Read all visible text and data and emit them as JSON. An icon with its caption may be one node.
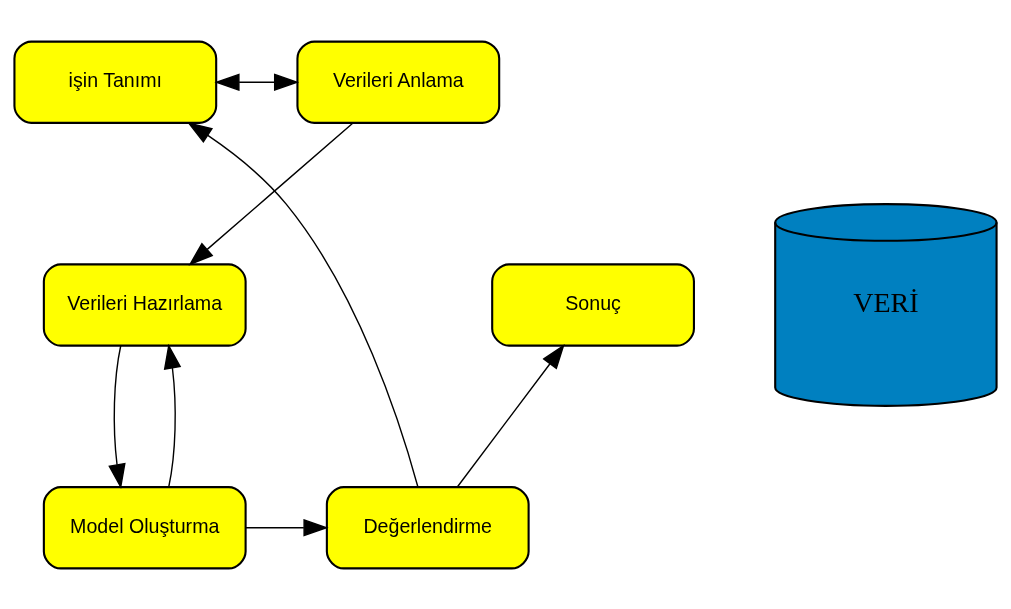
{
  "diagram": {
    "nodes": [
      {
        "text": [
          "işin Tanımı"
        ]
      },
      {
        "text": [
          "Verileri Anlama"
        ]
      },
      {
        "text": [
          "Verileri Hazırlama"
        ]
      },
      {
        "text": [
          "Model Oluşturma"
        ]
      },
      {
        "text": [
          "Değerlendirme"
        ]
      },
      {
        "text": [
          "Sonuç"
        ]
      },
      {
        "text": [
          "VERİ"
        ]
      }
    ],
    "edges": [
      {
        "from": 0,
        "to": 1,
        "arrow": "both"
      },
      {
        "from": 1,
        "to": 2,
        "arrow": "to"
      },
      {
        "from": 2,
        "to": 3,
        "arrow": "to"
      },
      {
        "from": 3,
        "to": 2,
        "arrow": "to"
      },
      {
        "from": 3,
        "to": 4,
        "arrow": "to"
      },
      {
        "from": 4,
        "to": 0,
        "arrow": "to"
      },
      {
        "from": 4,
        "to": 5,
        "arrow": "to"
      }
    ]
  }
}
